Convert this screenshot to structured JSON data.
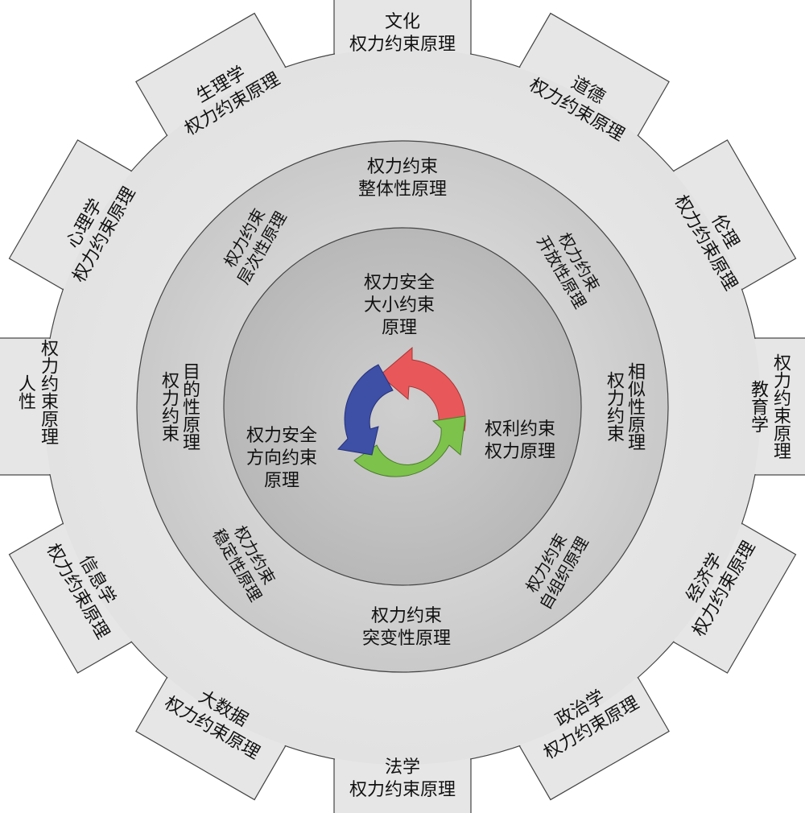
{
  "outer_ring": [
    {
      "id": "culture",
      "lines": [
        "文化",
        "权力约束原理"
      ]
    },
    {
      "id": "morality",
      "lines": [
        "道德",
        "权力约束原理"
      ]
    },
    {
      "id": "ethics",
      "lines": [
        "伦理",
        "权力约束原理"
      ]
    },
    {
      "id": "education",
      "lines": [
        "权力约束原理",
        "教育学"
      ]
    },
    {
      "id": "economics",
      "lines": [
        "经济学",
        "权力约束原理"
      ]
    },
    {
      "id": "politics",
      "lines": [
        "政治学",
        "权力约束原理"
      ]
    },
    {
      "id": "law",
      "lines": [
        "法学",
        "权力约束原理"
      ]
    },
    {
      "id": "big-data",
      "lines": [
        "大数据",
        "权力约束原理"
      ]
    },
    {
      "id": "informatics",
      "lines": [
        "信息学",
        "权力约束原理"
      ]
    },
    {
      "id": "human-nature",
      "lines": [
        "权力约束原理",
        "人性"
      ]
    },
    {
      "id": "psychology",
      "lines": [
        "心理学",
        "权力约束原理"
      ]
    },
    {
      "id": "physiology",
      "lines": [
        "生理学",
        "权力约束原理"
      ]
    }
  ],
  "middle_ring": [
    {
      "id": "holistic",
      "lines": [
        "权力约束",
        "整体性原理"
      ]
    },
    {
      "id": "openness",
      "lines": [
        "权力约束",
        "开放性原理"
      ]
    },
    {
      "id": "similarity",
      "lines": [
        "相似性原理",
        "权力约束"
      ]
    },
    {
      "id": "self-organize",
      "lines": [
        "权力约束",
        "自组织原理"
      ]
    },
    {
      "id": "mutation",
      "lines": [
        "权力约束",
        "突变性原理"
      ]
    },
    {
      "id": "stability",
      "lines": [
        "权力约束",
        "稳定性原理"
      ]
    },
    {
      "id": "purpose",
      "lines": [
        "目的性原理",
        "权力约束"
      ]
    },
    {
      "id": "hierarchy",
      "lines": [
        "权力约束",
        "层次性原理"
      ]
    }
  ],
  "inner_circle": [
    {
      "id": "security-size",
      "lines": [
        "权力安全",
        "大小约束",
        "原理"
      ]
    },
    {
      "id": "rights-power",
      "lines": [
        "权利约束",
        "权力原理"
      ]
    },
    {
      "id": "security-direction",
      "lines": [
        "权力安全",
        "方向约束",
        "原理"
      ]
    }
  ],
  "colors": {
    "outer": "#e6e6e6",
    "middle": "#cdcdcd",
    "inner": "#bdbdbd",
    "stroke": "#444444",
    "arrow_red": "#e8585a",
    "arrow_green": "#7dc24b",
    "arrow_blue": "#3e4fa6"
  }
}
